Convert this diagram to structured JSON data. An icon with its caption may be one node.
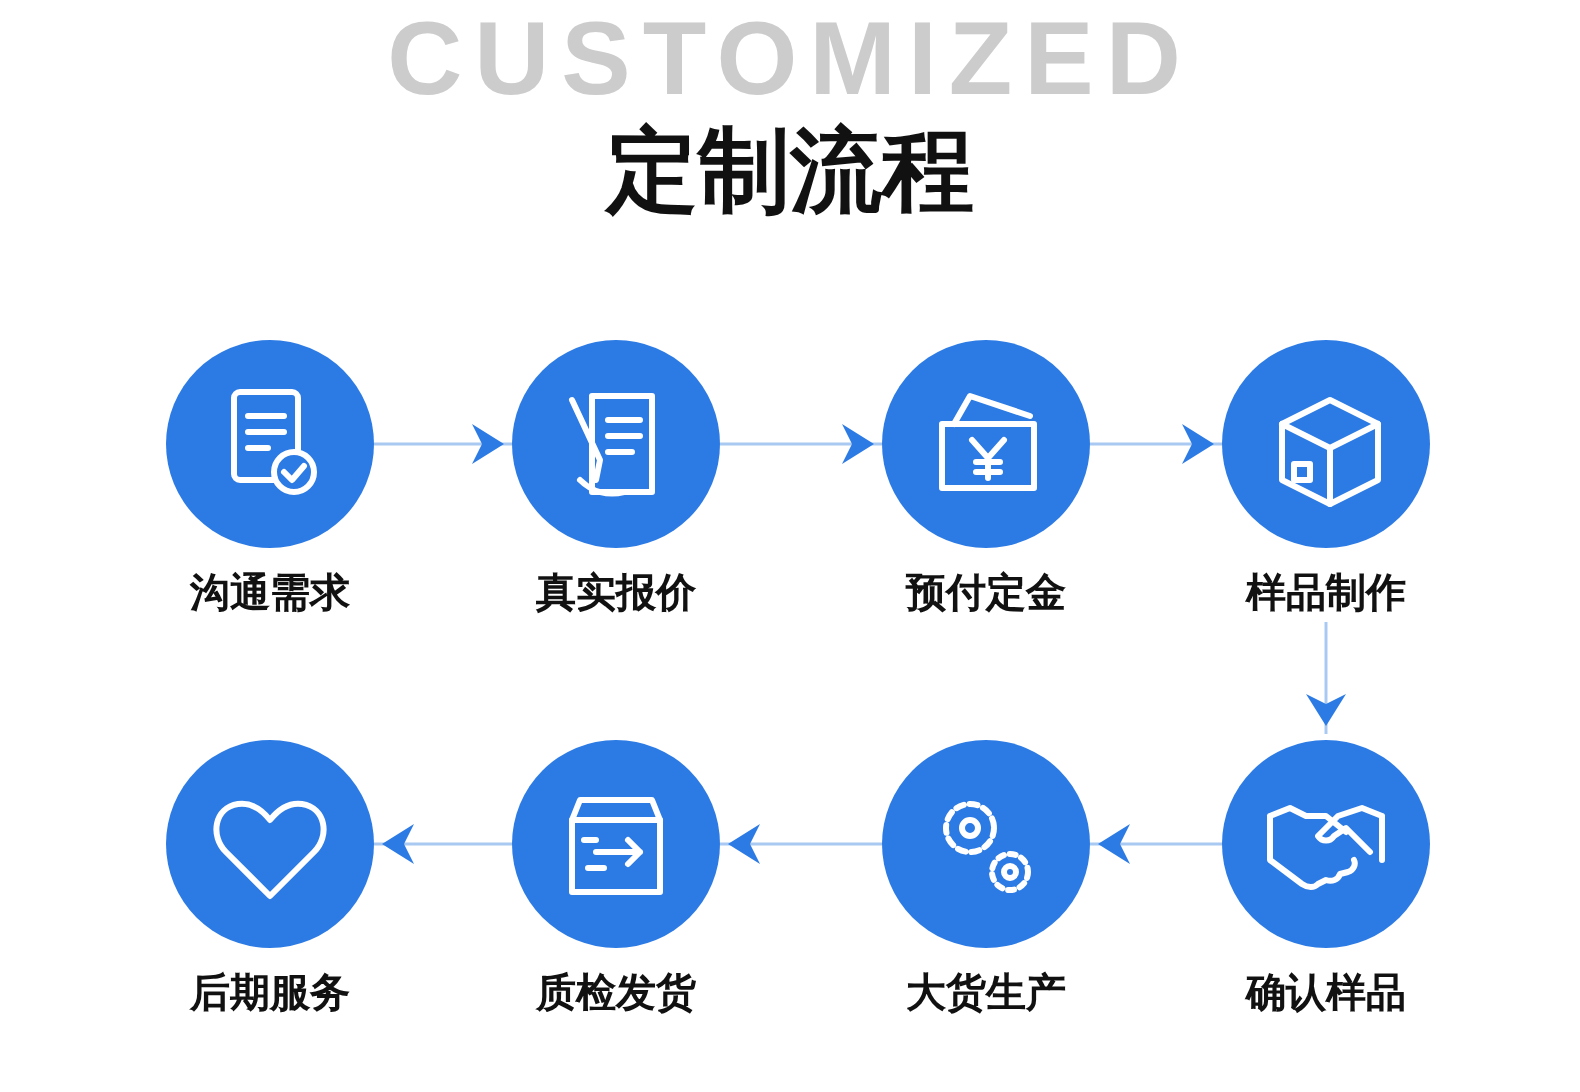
{
  "diagram": {
    "title": "定制流程",
    "nodes": [
      {
        "text": [
          "沟通需求"
        ]
      },
      {
        "text": [
          "真实报价"
        ]
      },
      {
        "text": [
          "预付定金"
        ]
      },
      {
        "text": [
          "样品制作"
        ]
      },
      {
        "text": [
          "后期服务"
        ]
      },
      {
        "text": [
          "质检发货"
        ]
      },
      {
        "text": [
          "大货生产"
        ]
      },
      {
        "text": [
          "确认样品"
        ]
      }
    ],
    "edges": [
      {
        "from": 0,
        "to": 1,
        "arrow": "to"
      },
      {
        "from": 1,
        "to": 2,
        "arrow": "to"
      },
      {
        "from": 2,
        "to": 3,
        "arrow": "to"
      },
      {
        "from": 3,
        "to": 7,
        "arrow": "to"
      },
      {
        "from": 7,
        "to": 6,
        "arrow": "to"
      },
      {
        "from": 6,
        "to": 5,
        "arrow": "to"
      },
      {
        "from": 5,
        "to": 4,
        "arrow": "to"
      }
    ],
    "labels": [
      "CUSTOMIZED"
    ]
  }
}
